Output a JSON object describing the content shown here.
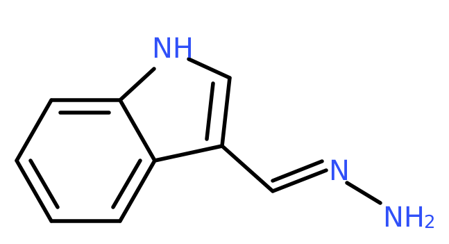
{
  "molecule": {
    "atoms": {
      "indole_nh": "NH",
      "hydrazone_n": "N",
      "terminal_nh": "NH",
      "terminal_h_count": "2"
    },
    "colors": {
      "bond": "#000000",
      "nitrogen": "#3050F8",
      "background": "#ffffff"
    }
  }
}
